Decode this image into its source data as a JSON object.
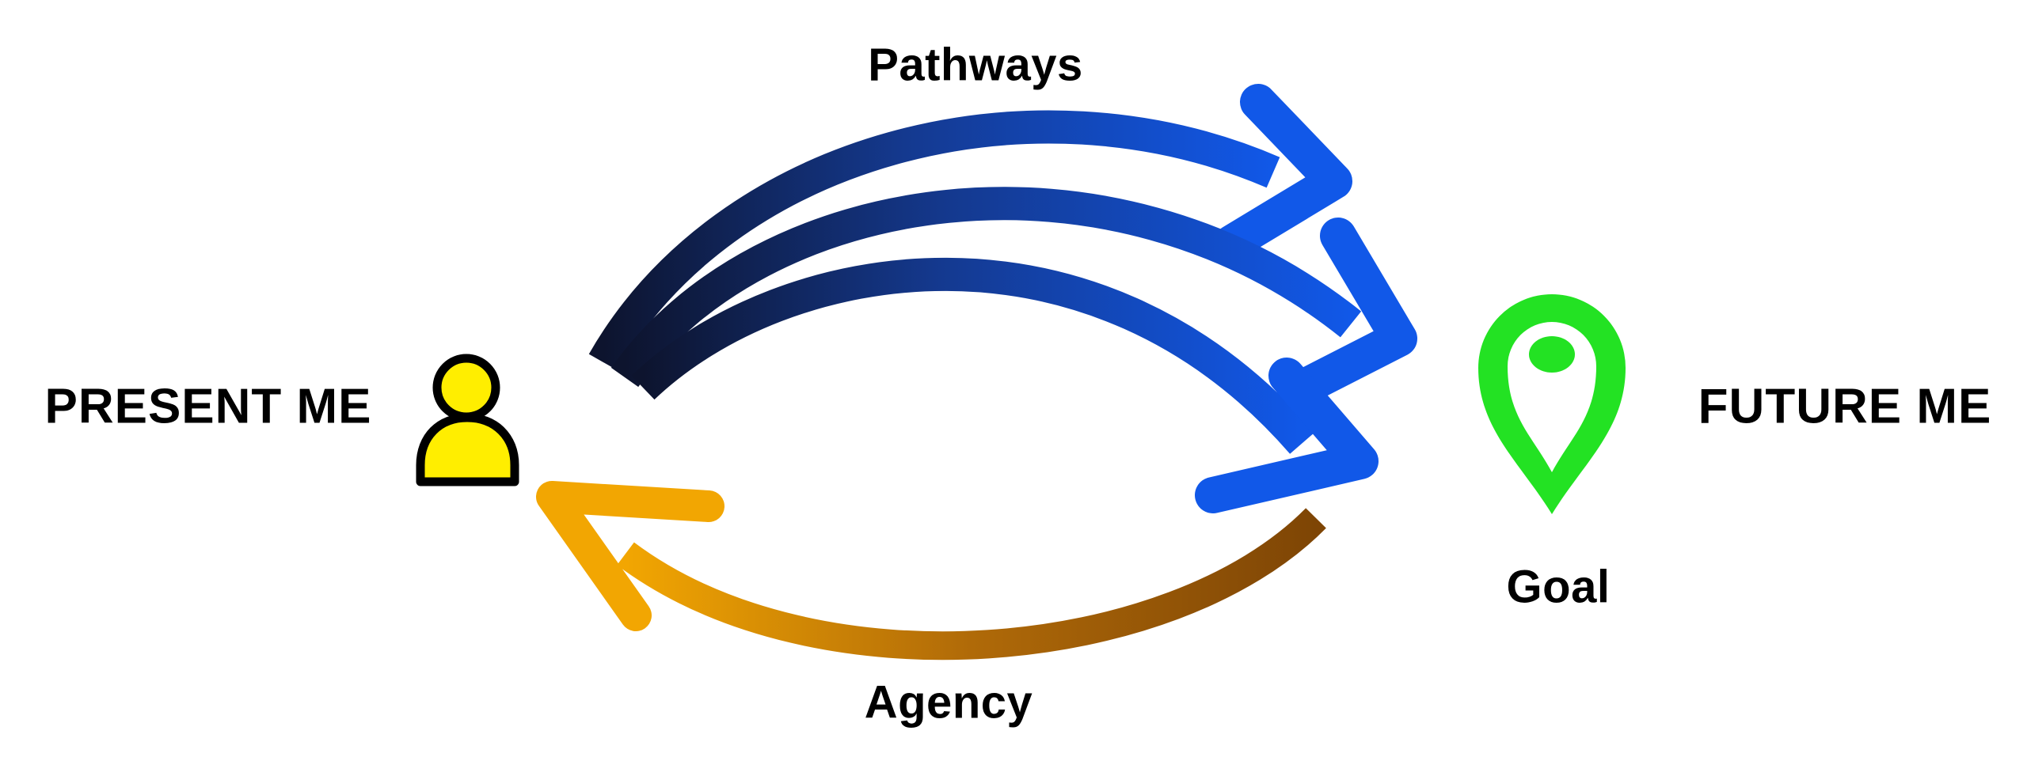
{
  "diagram": {
    "labels": {
      "pathways": "Pathways",
      "agency": "Agency",
      "goal": "Goal",
      "present_me": "PRESENT ME",
      "future_me": "FUTURE ME"
    },
    "colors": {
      "background": "#ffffff",
      "text": "#000000",
      "pathways_dark": "#0d142e",
      "pathways_mid": "#14398f",
      "pathways_bright": "#1158e8",
      "agency_dark": "#7e4505",
      "agency_mid": "#b06a08",
      "agency_bright": "#f2a602",
      "goal_green": "#23e223",
      "person_yellow": "#ffee00",
      "outline_black": "#000000",
      "pin_inner_white": "#ffffff"
    },
    "icons": {
      "person": "person-icon",
      "goal_pin": "location-pin-icon"
    },
    "arrows": {
      "pathways_count": 3,
      "pathways_direction": "present-me to future-me",
      "agency_direction": "future-me to present-me"
    }
  }
}
